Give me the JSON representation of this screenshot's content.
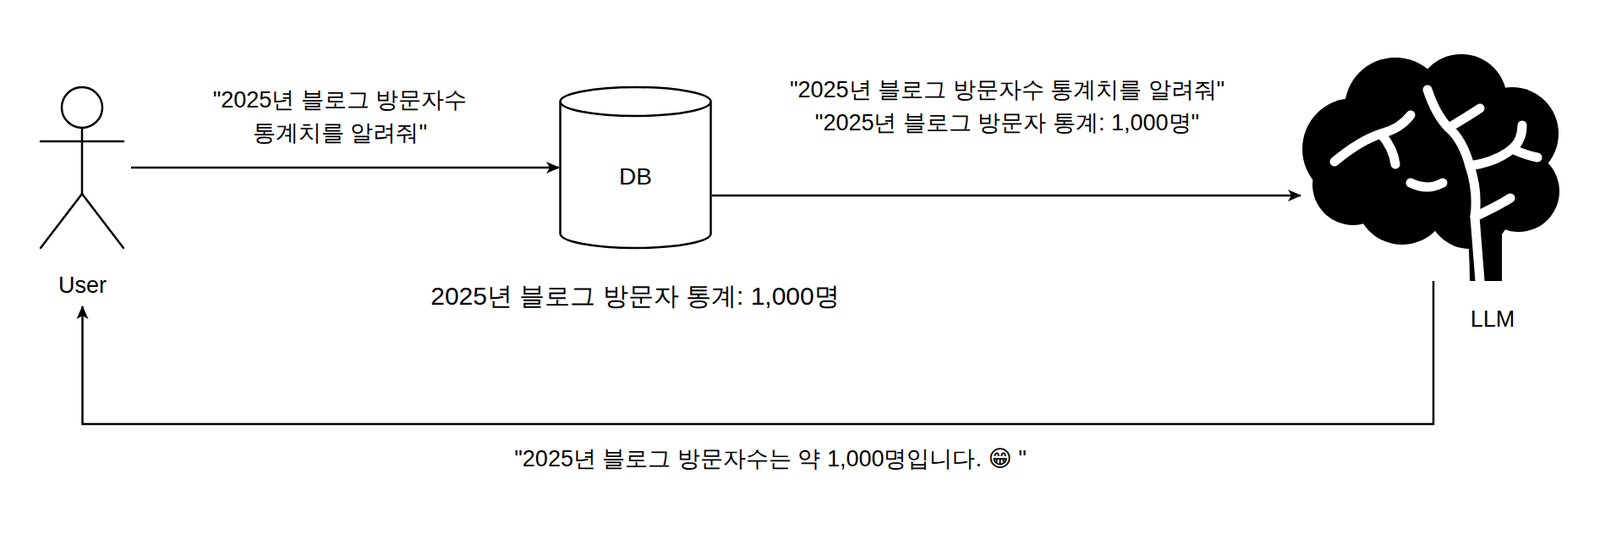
{
  "diagram": {
    "nodes": [
      {
        "text": [
          "User"
        ]
      },
      {
        "text": [
          "DB"
        ]
      },
      {
        "text": [
          "LLM"
        ]
      }
    ],
    "edges": [
      {
        "from": 0,
        "to": 1,
        "arrow": "to",
        "label": "\"2025년 블로그 방문자수 통계치를 알려줘\""
      },
      {
        "from": 1,
        "to": 2,
        "arrow": "to",
        "label": "\"2025년 블로그 방문자수 통계치를 알려줘\" \"2025년 블로그 방문자 통계: 1,000명\""
      },
      {
        "from": 2,
        "to": 0,
        "arrow": "to",
        "label": "\"2025년 블로그 방문자수는 약 1,000명입니다. 😁 \""
      }
    ],
    "labels": [
      "2025년 블로그 방문자 통계: 1,000명"
    ]
  }
}
